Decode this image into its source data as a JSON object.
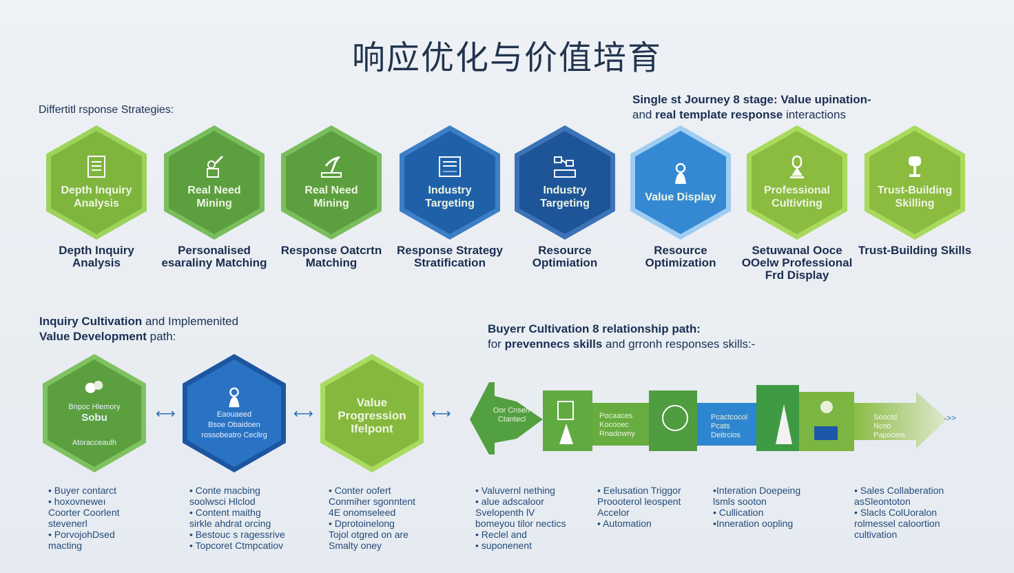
{
  "title": "响应优化与价值培育",
  "section1": {
    "heading": "Differtitl rsponse Strategies:"
  },
  "section2": {
    "line1_bold": "Single st Journey 8 stage: Value upination-",
    "line2_pre": "and ",
    "line2_bold": "real template response",
    "line2_post": " interactions"
  },
  "top_hexes": [
    {
      "title": "Depth Inquiry Analysis",
      "label": "Depth Inquiry Analysis",
      "icon": "document-icon",
      "color": "#7fb53d"
    },
    {
      "title": "Real Need Mining",
      "label": "Personalised esaraliny Matching",
      "icon": "hand-tool-icon",
      "color": "#5c9f3e"
    },
    {
      "title": "Real Need Mining",
      "label": "Response Oatcrtn Matching",
      "icon": "tool-icon",
      "color": "#5c9f3e"
    },
    {
      "title": "Industry Targeting",
      "label": "Response Strategy Stratification",
      "icon": "screen-icon",
      "color": "#1f61a8"
    },
    {
      "title": "Industry Targeting",
      "label": "Resource Optimiation",
      "icon": "network-icon",
      "color": "#1d5598"
    },
    {
      "title": "Value Display",
      "label": "Resource Optimization",
      "icon": "person-icon",
      "color": "#3589d2"
    },
    {
      "title": "Professional Cultivting",
      "label": "Setuwanal Ooce OOelw Professional Frd Display",
      "icon": "microphone-icon",
      "color": "#8bbb3f"
    },
    {
      "title": "Trust-Building Skilling",
      "label": "Trust-Building Skills",
      "icon": "trophy-icon",
      "color": "#8bbb3f"
    }
  ],
  "section3": {
    "line1_bold": "Inquiry Cultivation",
    "line1_rest": " and Implemenited",
    "line2_bold": "Value Development",
    "line2_rest": " path:"
  },
  "bottom_hexes": [
    {
      "title": "Bnpoc Hlemory",
      "sub": "Sobu",
      "footer": "Atoracceaulh",
      "icon": "chat-bubbles-icon",
      "color": "#5c9f3e"
    },
    {
      "title": "Eaouaeed",
      "sub": "Bsoe Obaidoen rossobeatro Ceclirg",
      "icon": "person-icon",
      "color": "#2a73c4"
    },
    {
      "title": "Value Progression Ifelpont",
      "icon": "",
      "color": "#86b83d"
    }
  ],
  "section4": {
    "line1": "Buyerr Cultivation 8 relationship path:",
    "line2_pre": "for ",
    "line2_bold": "prevennecs skills",
    "line2_rest": " and grronh  responses skills:-"
  },
  "flow_segments": [
    {
      "text": "Oor Cnserr Ctantecl"
    },
    {
      "text": "Pocaaces Kocooec Rnadowny"
    },
    {
      "text": "Pcactcocol Pcats Deitrcios"
    },
    {
      "text": "Sooctd Ncno Papooins"
    }
  ],
  "bullets": [
    [
      "• Buyer contarct",
      "• hoxovneweı",
      "Coorter Coorlent",
      "stevenerl",
      "• PorvojohDsed",
      "  macting"
    ],
    [
      "• Conte  macbing",
      "soolwsci Hlclod",
      "• Content maithg",
      "sirkle ahdrat orcing",
      "• Bestouc s ragessrive",
      "• Topcoret Ctmpcatiov"
    ],
    [
      "• Conter oofert",
      "  Conmiher sgonntent",
      "4E onomseleed",
      "• Dprotoinelong",
      "Tojol otgred on are",
      "  Smalty oney"
    ],
    [
      "• Valuvernl nething",
      "• alue adscaloor",
      "Svelopenth lV",
      "bomeyou tilor nectics",
      "• Reclel and",
      "• suponenent"
    ],
    [
      "• Eelusation Triggor",
      "Proooterol leospent",
      "  Accelor",
      "• Automation"
    ],
    [
      "•Interation Doepeing",
      " lsmls sooton",
      "• Cullication",
      "•Inneration oopling"
    ],
    [
      "• Sales Collaberation",
      "asSleontoton",
      "• Slacls ColUoralon",
      "rolmessel caloortion",
      "  cultivation"
    ]
  ]
}
